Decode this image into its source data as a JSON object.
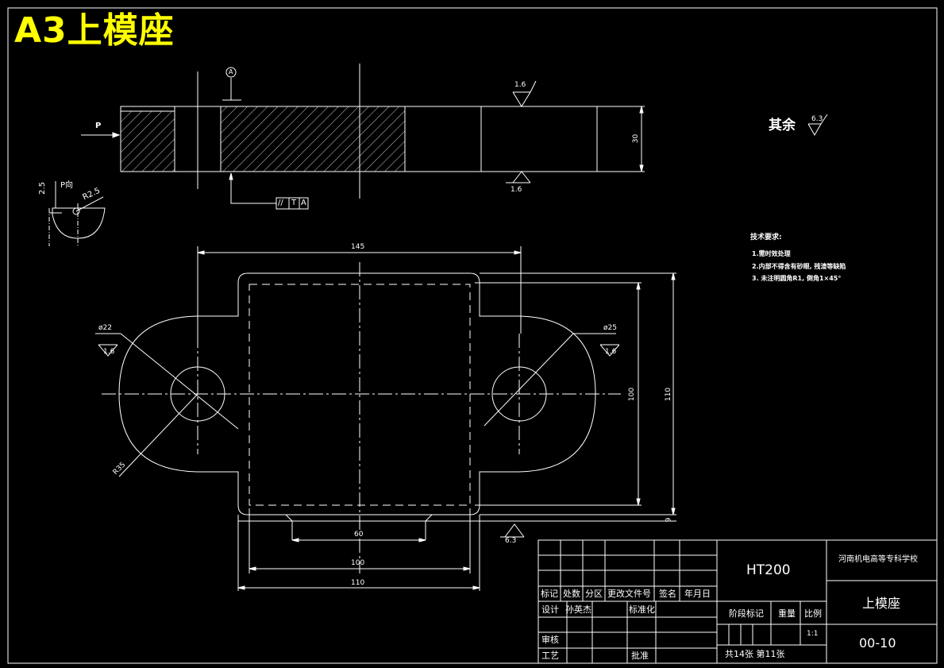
{
  "sheet_title": "A3上模座",
  "view_labels": {
    "datum": "A",
    "arrow_p": "P",
    "p_view": "P向",
    "p_dim_depth": "2.5",
    "p_radius": "R2.5"
  },
  "roughness": {
    "top": "1.6",
    "bottom": "1.6",
    "rest_label": "其余",
    "rest_value": "6.3",
    "hole_left": "1.6",
    "hole_right": "1.6",
    "base": "6.3"
  },
  "tolerance_frame": {
    "symbol": "//",
    "value": "T",
    "datum": "A"
  },
  "dimensions": {
    "height_30": "30",
    "width_145": "145",
    "dia_22": "ø22",
    "dia_25": "ø25",
    "radius_35": "R35",
    "h_100": "100",
    "h_110": "110",
    "w_60": "60",
    "w_100": "100",
    "w_110": "110",
    "small_9": "9"
  },
  "technical_requirements": {
    "heading": "技术要求:",
    "items": [
      "1.需时效处理",
      "2.内部不得含有砂眼, 残渣等缺陷",
      "3. 未注明圆角R1, 倒角1×45°"
    ]
  },
  "title_block": {
    "material": "HT200",
    "school": "河南机电高等专科学校",
    "part_name": "上模座",
    "drawing_no": "00-10",
    "col_mark": "标记",
    "col_count": "处数",
    "col_zone": "分区",
    "col_doc": "更改文件号",
    "col_sign": "签名",
    "col_date": "年月日",
    "row_design": "设计",
    "designer": "孙英杰",
    "row_standard": "标准化",
    "row_review": "审核",
    "row_process": "工艺",
    "row_approve": "批准",
    "stage_mark": "阶段标记",
    "weight": "重量",
    "scale_label": "比例",
    "scale_value": "1:1",
    "sheets": "共14张 第11张"
  }
}
